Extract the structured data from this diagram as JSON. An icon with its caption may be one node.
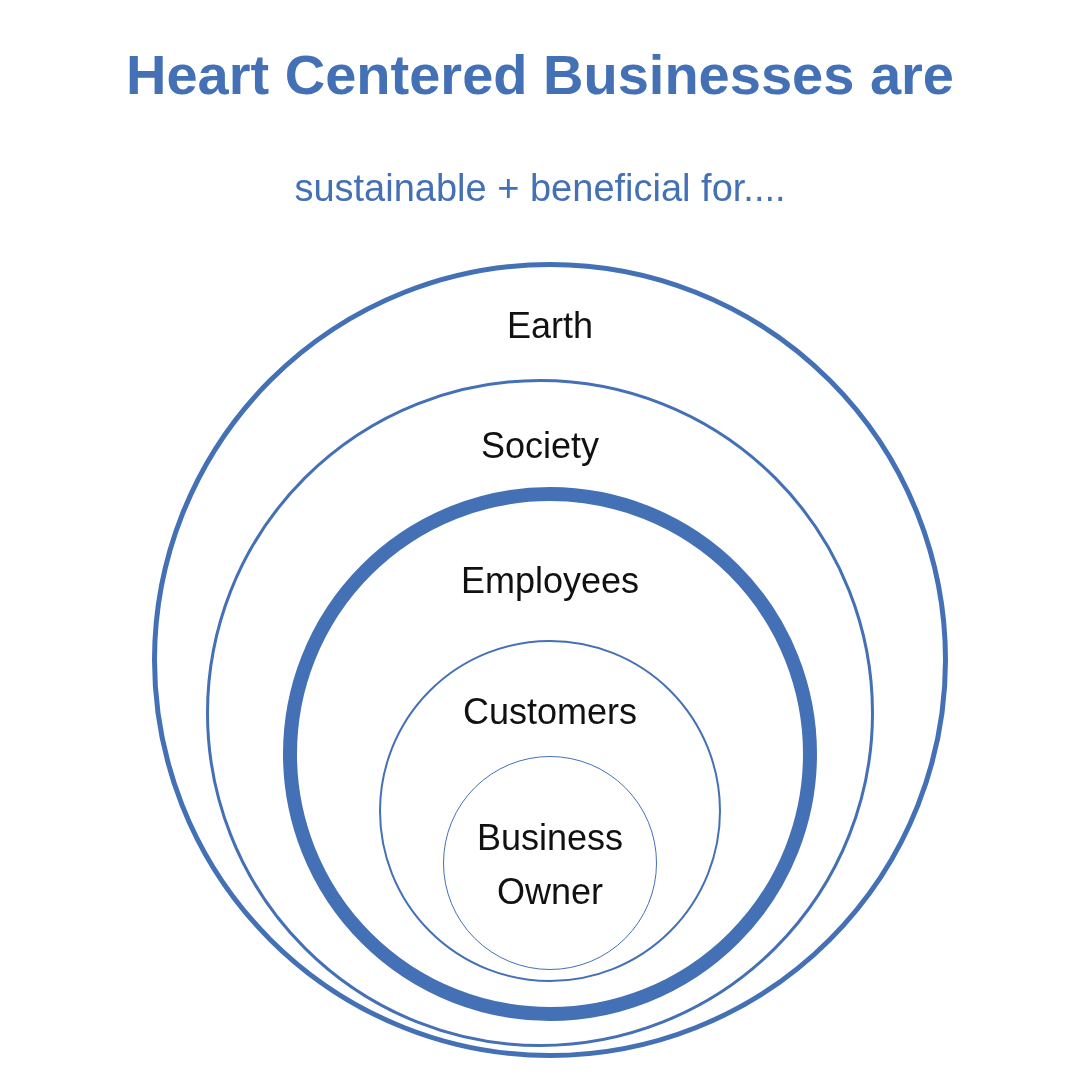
{
  "diagram": {
    "title": "Heart Centered Businesses are",
    "nodes": [
      {
        "text": [
          "Earth"
        ]
      },
      {
        "text": [
          "Society"
        ],
        "in": 0
      },
      {
        "text": [
          "Employees"
        ],
        "in": 1
      },
      {
        "text": [
          "Customers"
        ],
        "in": 2
      },
      {
        "text": [
          "Business Owner"
        ],
        "in": 3
      }
    ],
    "labels": [
      "sustainable + beneficial for...."
    ]
  }
}
